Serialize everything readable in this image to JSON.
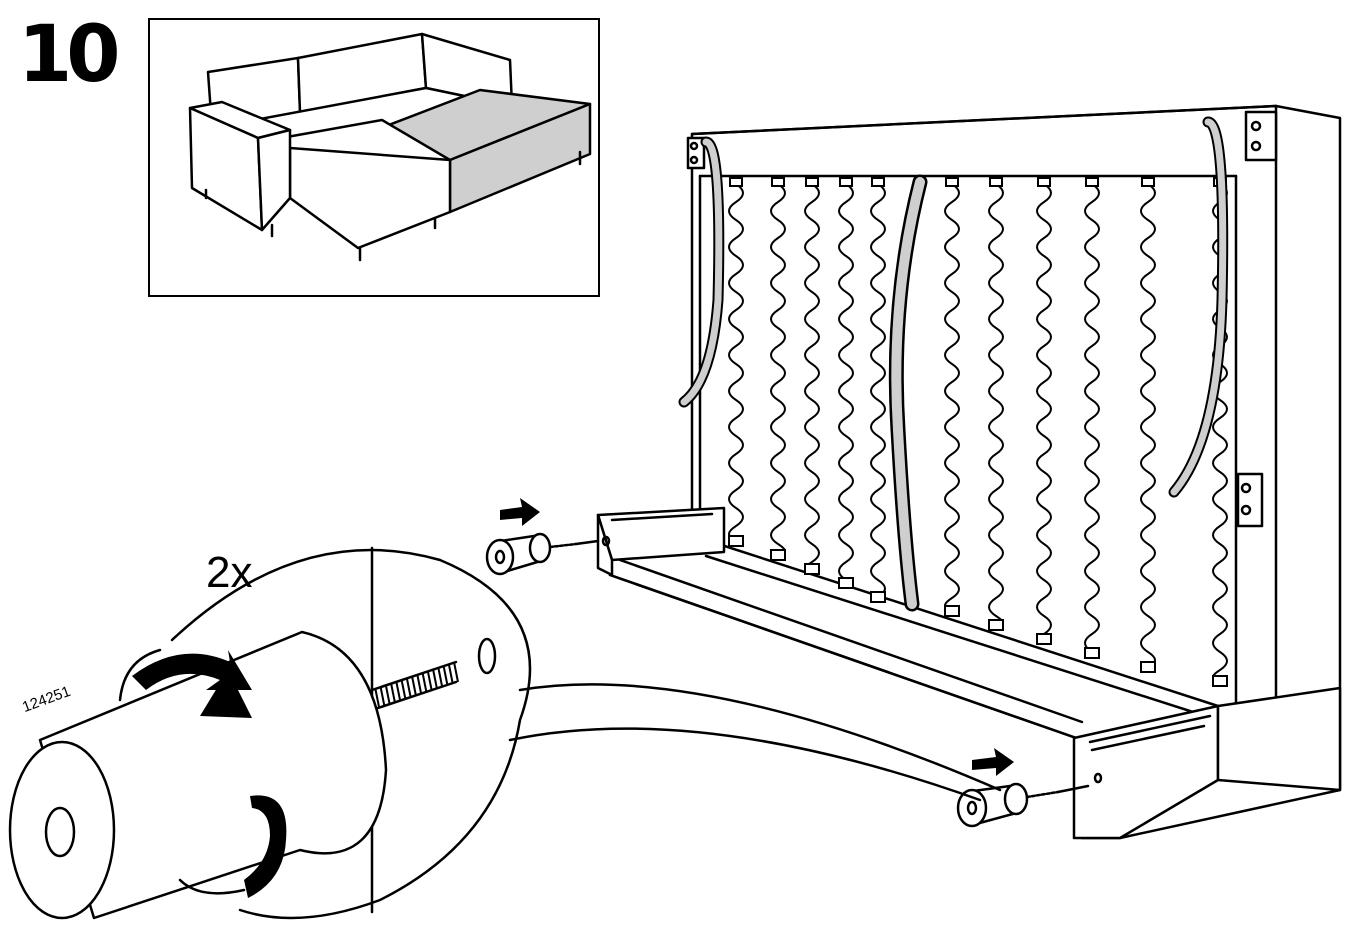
{
  "step": {
    "number": "10"
  },
  "callout": {
    "count": "2x",
    "part_number": "124251"
  },
  "colors": {
    "line": "#000000",
    "fill_gray": "#cfcfcf",
    "background": "#ffffff"
  },
  "icons": [
    "sofa-bed-overview",
    "sofa-frame-back",
    "spring-rows",
    "strap",
    "foot-cylinder",
    "bolt",
    "arrow-right-icon",
    "rotate-arrow-icon"
  ]
}
